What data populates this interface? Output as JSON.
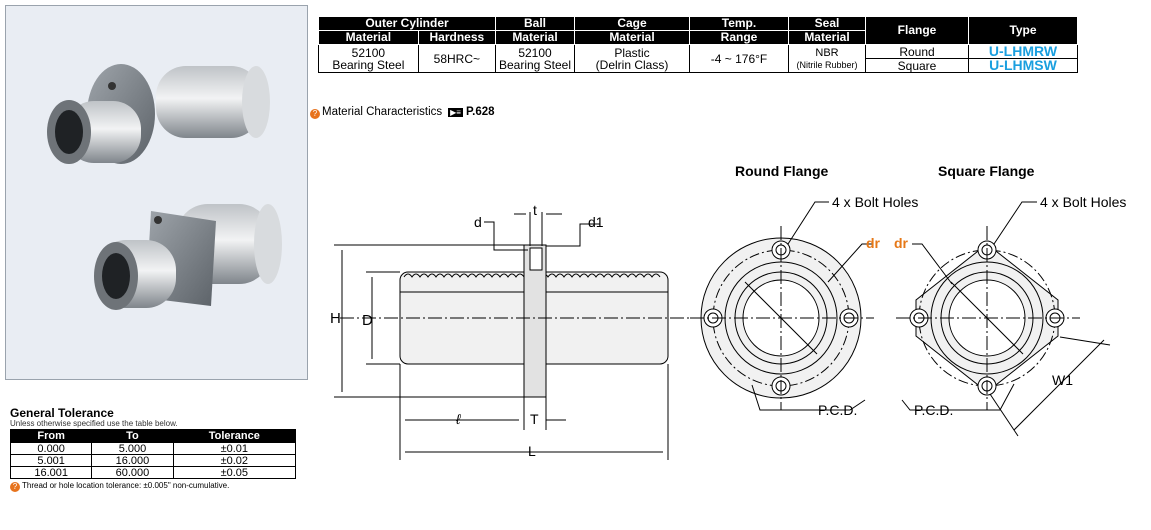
{
  "spec_table": {
    "group_outer_cylinder": "Outer Cylinder",
    "col_material": "Material",
    "col_hardness": "Hardness",
    "col_ball": "Ball",
    "col_ball_material": "Material",
    "col_cage": "Cage",
    "col_cage_material": "Material",
    "col_temp": "Temp.",
    "col_temp_range": "Range",
    "col_seal": "Seal",
    "col_seal_material": "Material",
    "col_flange": "Flange",
    "col_type": "Type",
    "outer_material_1": "52100",
    "outer_material_2": "Bearing Steel",
    "hardness": "58HRC~",
    "ball_material_1": "52100",
    "ball_material_2": "Bearing Steel",
    "cage_material_1": "Plastic",
    "cage_material_2": "(Delrin Class)",
    "temp_range": "-4 ~ 176°F",
    "seal_material_1": "NBR",
    "seal_material_2": "(Nitrile Rubber)",
    "flange_round": "Round",
    "flange_square": "Square",
    "type_round": "U-LHMRW",
    "type_square": "U-LHMSW"
  },
  "material_note": {
    "text": "Material Characteristics",
    "page": "P.628"
  },
  "drawing": {
    "round_title": "Round Flange",
    "square_title": "Square Flange",
    "bolt_holes_round": "4 x Bolt Holes",
    "bolt_holes_square": "4 x Bolt Holes",
    "dr_round": "dr",
    "dr_square": "dr",
    "pcd_round": "P.C.D.",
    "pcd_square": "P.C.D.",
    "w1": "W1",
    "d": "d",
    "t": "t",
    "d1": "d1",
    "H": "H",
    "D": "D",
    "l": "ℓ",
    "T": "T",
    "L": "L"
  },
  "tolerance": {
    "title": "General Tolerance",
    "subtitle": "Unless otherwise specified use the table below.",
    "headers": [
      "From",
      "To",
      "Tolerance"
    ],
    "rows": [
      [
        "0.000",
        "5.000",
        "±0.01"
      ],
      [
        "5.001",
        "16.000",
        "±0.02"
      ],
      [
        "16.001",
        "60.000",
        "±0.05"
      ]
    ],
    "note": "Thread or hole location tolerance: ±0.005\" non-cumulative."
  },
  "colors": {
    "accent_blue": "#1a9fdf",
    "accent_orange": "#e67817"
  }
}
